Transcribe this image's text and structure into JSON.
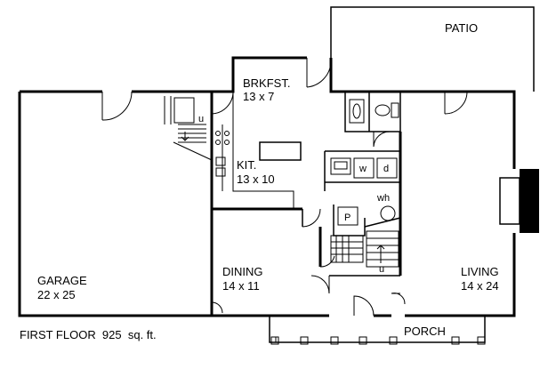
{
  "plan": {
    "rooms": {
      "patio": {
        "name": "PATIO"
      },
      "breakfast": {
        "name": "BRKFST.",
        "size": "13 x 7"
      },
      "kitchen": {
        "name": "KIT.",
        "size": "13 x 10"
      },
      "garage": {
        "name": "GARAGE",
        "size": "22 x 25"
      },
      "dining": {
        "name": "DINING",
        "size": "14 x 11"
      },
      "living": {
        "name": "LIVING",
        "size": "14 x 24"
      },
      "porch": {
        "name": "PORCH"
      }
    },
    "fixtures": {
      "washer": "w",
      "dryer": "d",
      "water_heater": "wh",
      "pantry": "P",
      "stair_up_garage": "u",
      "stair_up_main": "u"
    },
    "caption": "FIRST FLOOR  925  sq. ft."
  }
}
